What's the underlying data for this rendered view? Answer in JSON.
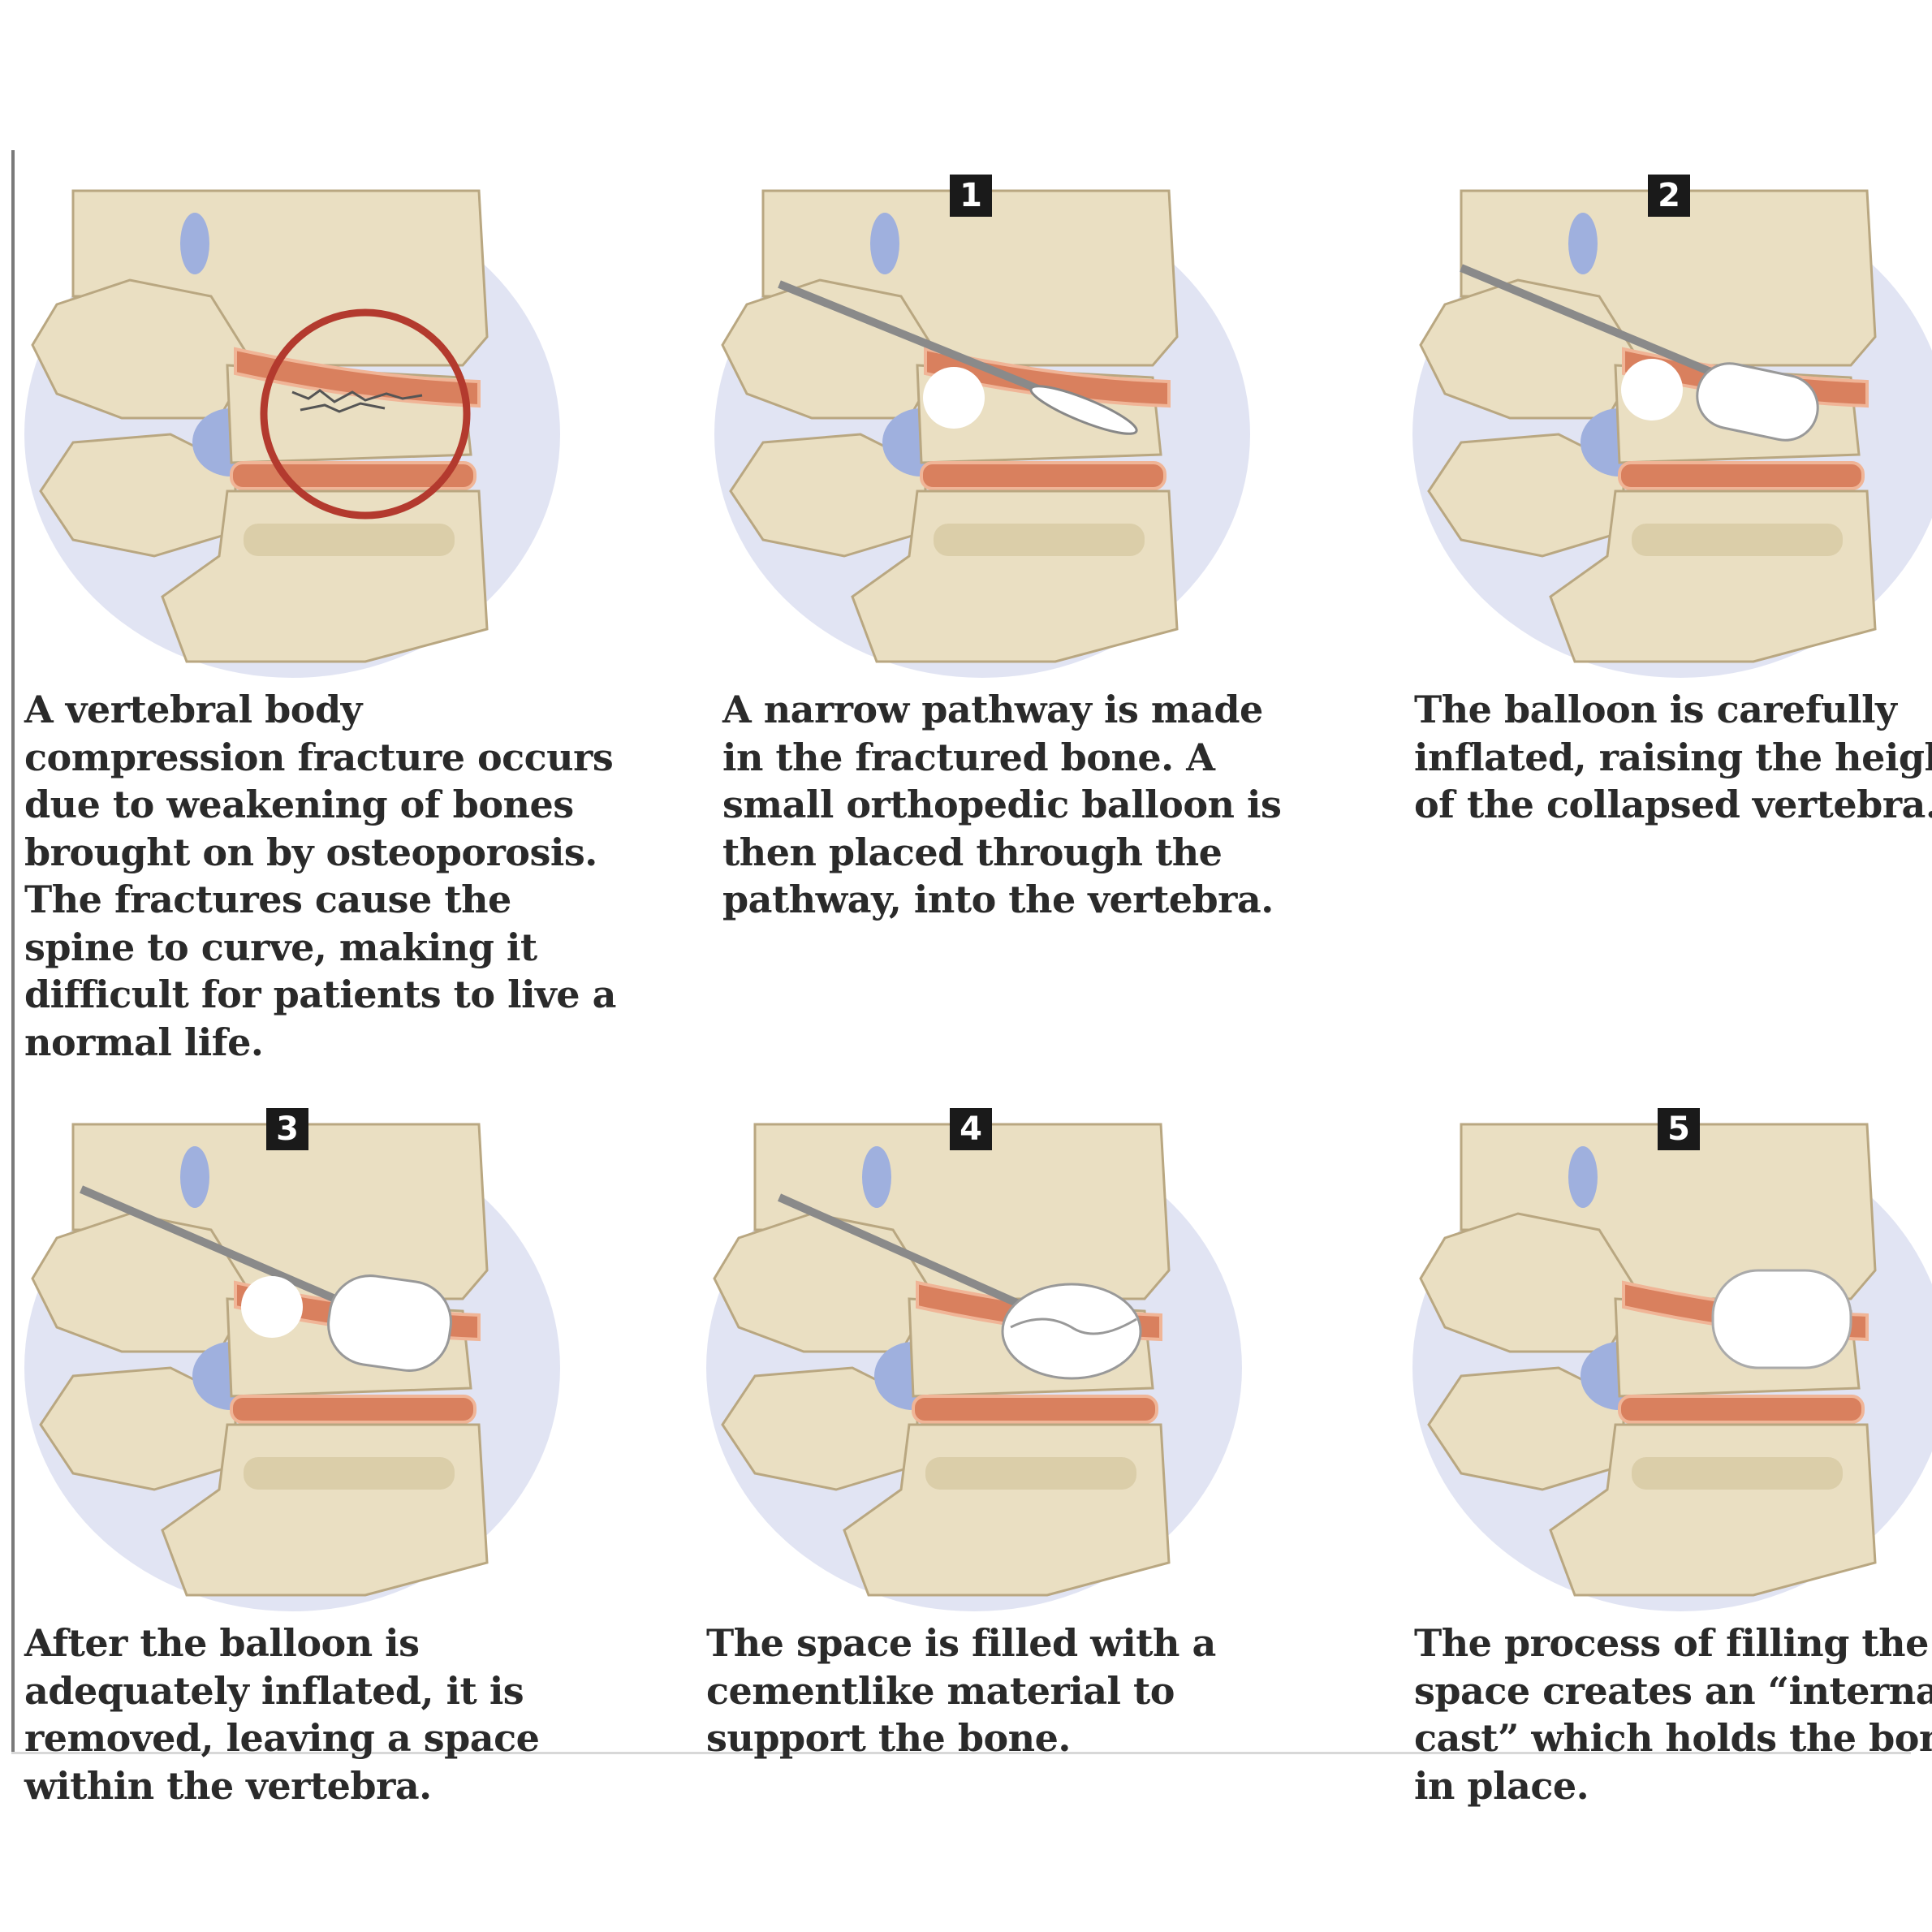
{
  "colors": {
    "bone": "#eadfc2",
    "bone_shadow": "#d7c9a2",
    "bone_outline": "#b9a781",
    "disc": "#d9805e",
    "disc_light": "#f0b597",
    "halo": "#c8cde9",
    "canal": "#9fb0de",
    "fracture_circle": "#b33a2e",
    "instrument": "#8a8a8a",
    "balloon": "#ffffff",
    "badge_bg": "#1a1a1a"
  },
  "panels": [
    {
      "step": "",
      "caption": "A vertebral body\ncompression fracture occurs\ndue to weakening of bones\nbrought on by osteoporosis.\nThe fractures cause the\nspine to curve, making it\ndifficult for patients to live a\nnormal life."
    },
    {
      "step": "1",
      "caption": "A narrow pathway is made\nin the fractured bone. A\nsmall orthopedic balloon is\nthen placed through the\npathway, into the vertebra."
    },
    {
      "step": "2",
      "caption": "The balloon is carefully\ninflated, raising the height\nof the collapsed vertebra."
    },
    {
      "step": "3",
      "caption": "After the balloon is\nadequately inflated, it is\nremoved, leaving a space\nwithin the vertebra."
    },
    {
      "step": "4",
      "caption": "The space is filled with a\ncementlike material to\nsupport the bone."
    },
    {
      "step": "5",
      "caption": "The process of filling the\nspace creates an “internal\ncast” which holds the bon\nin place."
    }
  ]
}
